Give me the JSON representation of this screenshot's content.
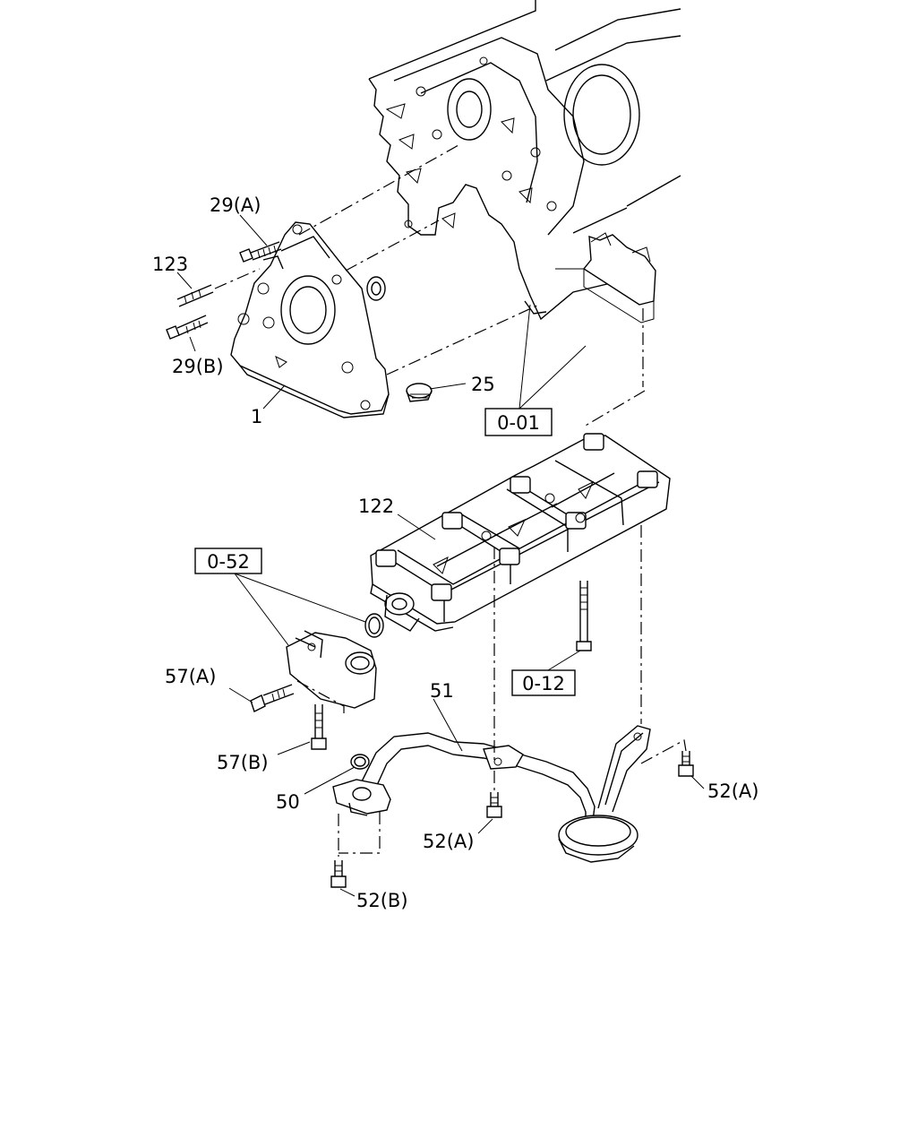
{
  "labels": {
    "p29a": "29(A)",
    "p123": "123",
    "p29b": "29(B)",
    "p1": "1",
    "p25": "25",
    "p122": "122",
    "p57a": "57(A)",
    "p57b": "57(B)",
    "p51": "51",
    "p50": "50",
    "p52a_left": "52(A)",
    "p52a_right": "52(A)",
    "p52b": "52(B)"
  },
  "refs": {
    "r001": "0-01",
    "r052": "0-52",
    "r012": "0-12"
  }
}
